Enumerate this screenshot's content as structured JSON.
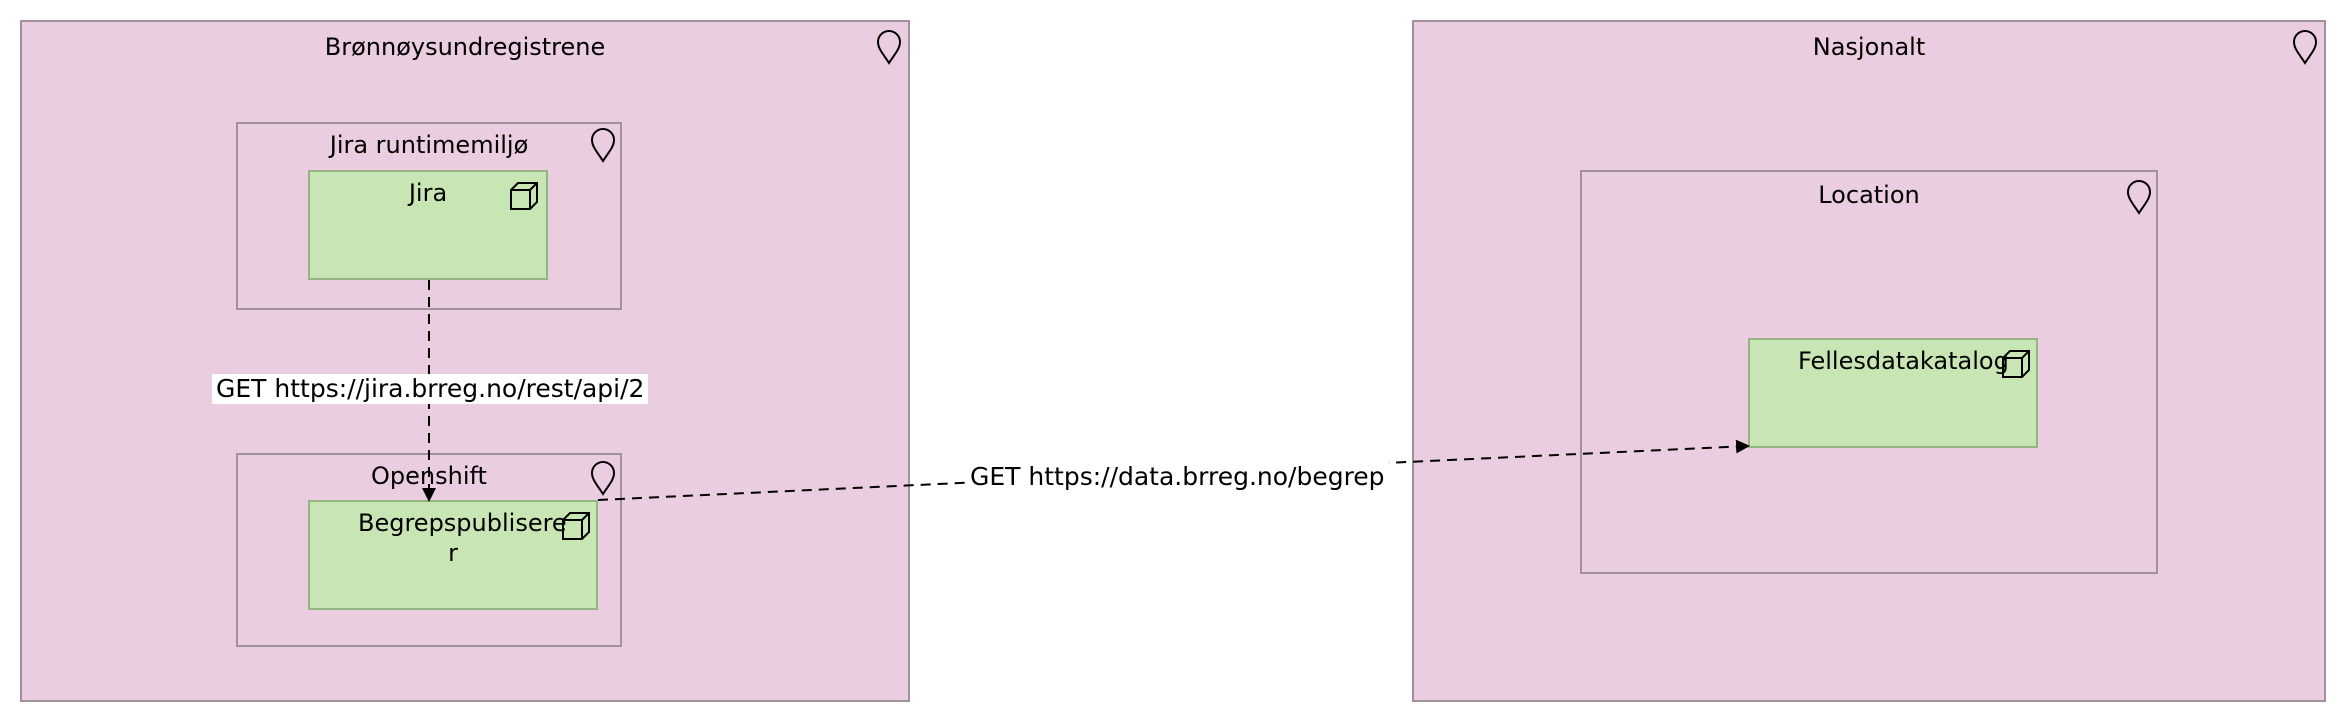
{
  "locations": {
    "bronnoy": "Brønnøysundregistrene",
    "jira_env": "Jira runtimemiljø",
    "openshift": "Openshift",
    "nasjonalt": "Nasjonalt",
    "location": "Location"
  },
  "nodes": {
    "jira": "Jira",
    "begrep": "Begrepspublisere r",
    "felles": "Fellesdatakatalog"
  },
  "edges": {
    "jira_to_begrep": "GET https://jira.brreg.no/rest/api/2",
    "begrep_to_felles": "GET https://data.brreg.no/begrep"
  },
  "colors": {
    "location_fill": "#ebcde1",
    "node_fill": "#c8e6b4"
  },
  "icons": {
    "location": "location-pin-icon",
    "node": "node-cube-icon"
  }
}
